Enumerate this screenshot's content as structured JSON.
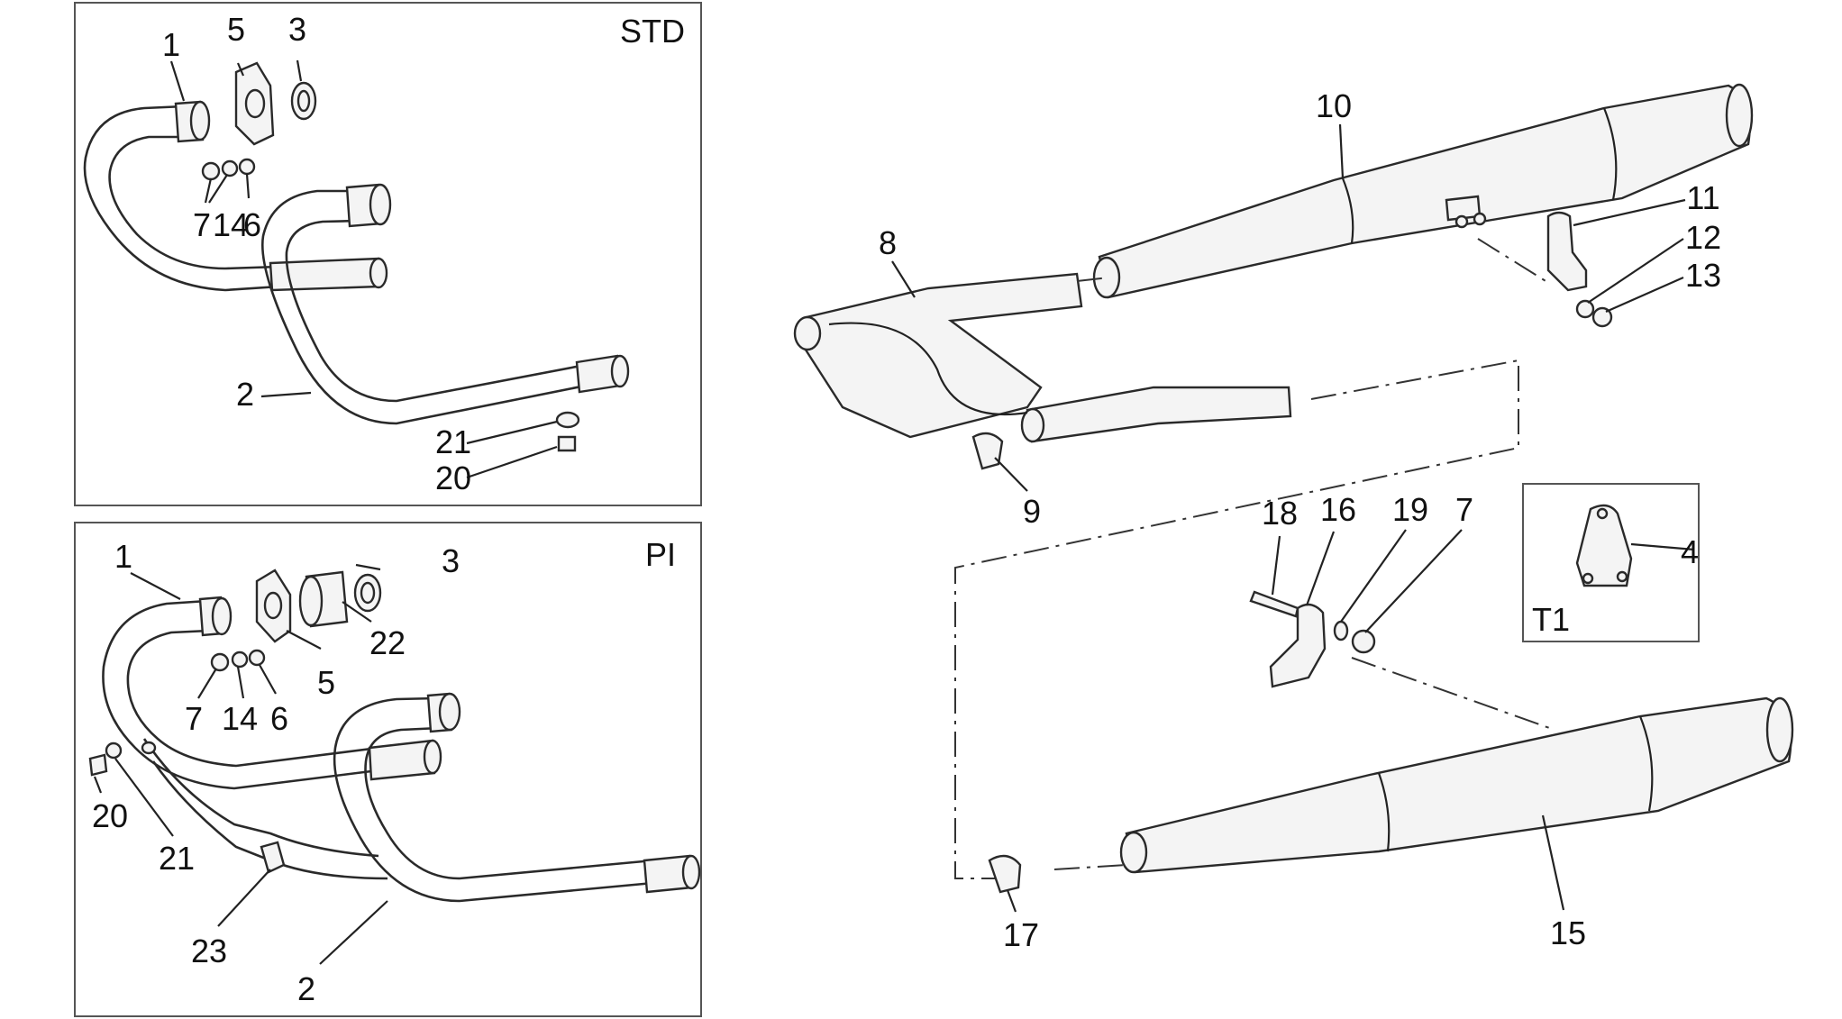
{
  "panels": {
    "std": {
      "label": "STD"
    },
    "pi": {
      "label": "PI"
    },
    "t1": {
      "label": "T1"
    }
  },
  "callouts": {
    "std_1": "1",
    "std_5": "5",
    "std_3": "3",
    "std_7": "7",
    "std_14": "14",
    "std_6": "6",
    "std_2": "2",
    "std_21": "21",
    "std_20": "20",
    "pi_1": "1",
    "pi_3": "3",
    "pi_22": "22",
    "pi_5": "5",
    "pi_7": "7",
    "pi_14": "14",
    "pi_6": "6",
    "pi_20": "20",
    "pi_21": "21",
    "pi_23": "23",
    "pi_2": "2",
    "m_10": "10",
    "m_11": "11",
    "m_12": "12",
    "m_13": "13",
    "m_8": "8",
    "m_9": "9",
    "m_18": "18",
    "m_16": "16",
    "m_19": "19",
    "m_7": "7",
    "m_4": "4",
    "m_17": "17",
    "m_15": "15"
  }
}
